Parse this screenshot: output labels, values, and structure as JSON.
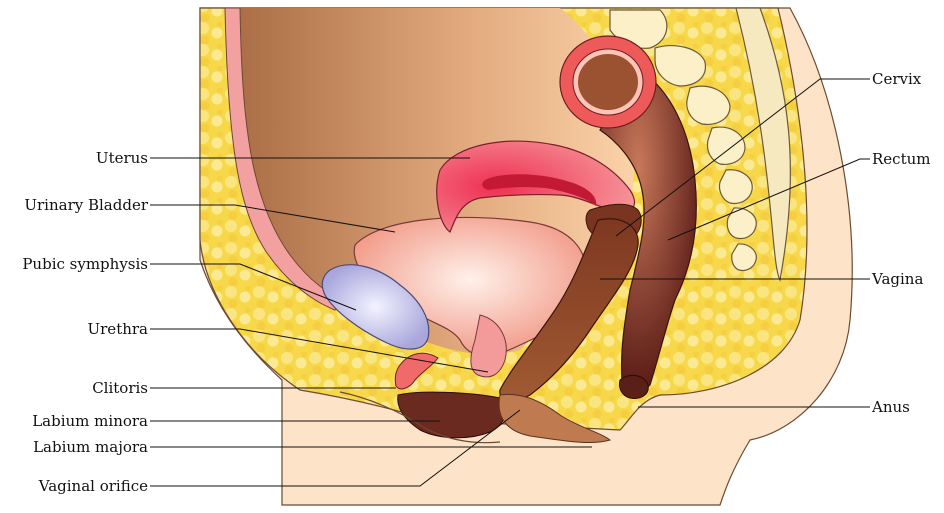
{
  "labels_left": {
    "uterus": "Uterus",
    "urinary_bladder": "Urinary Bladder",
    "pubic_symphysis": "Pubic symphysis",
    "urethra": "Urethra",
    "clitoris": "Clitoris",
    "labium_minora": "Labium minora",
    "labium_majora": "Labium majora",
    "vaginal_orifice": "Vaginal orifice"
  },
  "labels_right": {
    "cervix": "Cervix",
    "rectum": "Rectum",
    "vagina": "Vagina",
    "anus": "Anus"
  }
}
